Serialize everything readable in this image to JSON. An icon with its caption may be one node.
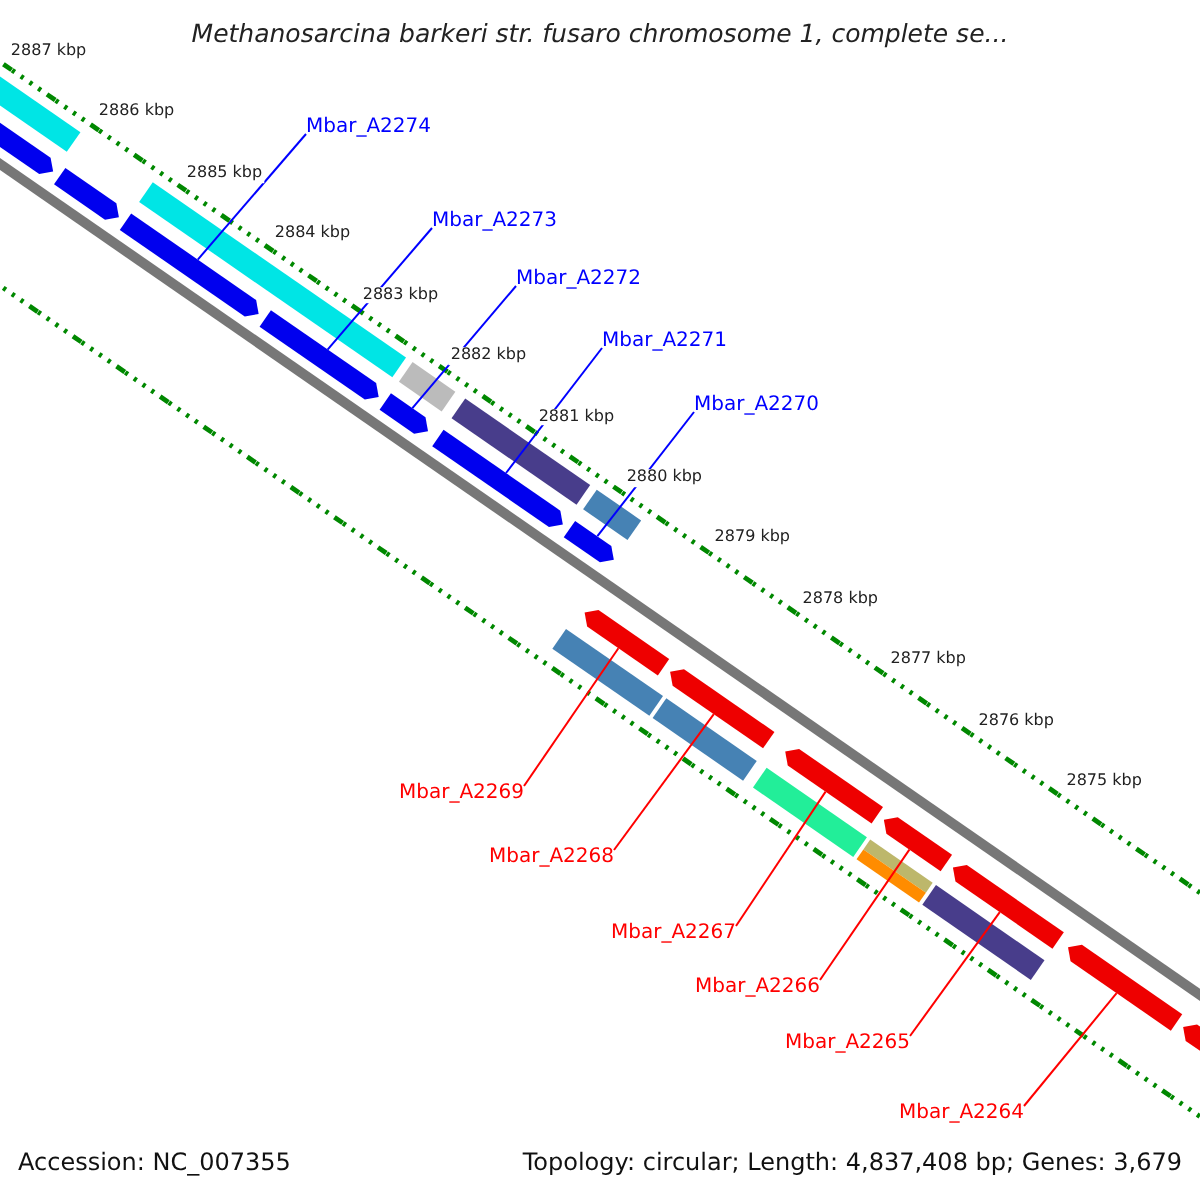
{
  "diagram": {
    "title": "Methanosarcina barkeri str. fusaro chromosome 1, complete se...",
    "nodes": [
      {
        "text": [
          "Mbar_A2274"
        ]
      },
      {
        "text": [
          "Mbar_A2273"
        ]
      },
      {
        "text": [
          "Mbar_A2272"
        ]
      },
      {
        "text": [
          "Mbar_A2271"
        ]
      },
      {
        "text": [
          "Mbar_A2270"
        ]
      },
      {
        "text": [
          "Mbar_A2269"
        ]
      },
      {
        "text": [
          "Mbar_A2268"
        ]
      },
      {
        "text": [
          "Mbar_A2267"
        ]
      },
      {
        "text": [
          "Mbar_A2266"
        ]
      },
      {
        "text": [
          "Mbar_A2265"
        ]
      },
      {
        "text": [
          "Mbar_A2264"
        ]
      },
      {
        "text": [],
        "shape": "bar"
      },
      {
        "text": [],
        "shape": "bar"
      },
      {
        "text": [],
        "shape": "bar"
      },
      {
        "text": [],
        "shape": "bar"
      },
      {
        "text": [],
        "shape": "bar"
      },
      {
        "text": [],
        "shape": "bar"
      },
      {
        "text": [],
        "shape": "bar"
      },
      {
        "text": [],
        "shape": "bar"
      },
      {
        "text": [],
        "shape": "bar"
      },
      {
        "text": [],
        "shape": "bar"
      },
      {
        "text": [],
        "shape": "bar"
      },
      {
        "text": [],
        "shape": "bar"
      },
      {
        "text": [],
        "shape": "bar"
      },
      {
        "text": [],
        "shape": "bar"
      }
    ],
    "edges": [
      {
        "from": 0,
        "to": 13,
        "arrow": "none",
        "color": "#0000ff"
      },
      {
        "from": 1,
        "to": 14,
        "arrow": "none",
        "color": "#0000ff"
      },
      {
        "from": 2,
        "to": 15,
        "arrow": "none",
        "color": "#0000ff"
      },
      {
        "from": 3,
        "to": 16,
        "arrow": "none",
        "color": "#0000ff"
      },
      {
        "from": 4,
        "to": 17,
        "arrow": "none",
        "color": "#0000ff"
      },
      {
        "from": 5,
        "to": 18,
        "arrow": "none"
      },
      {
        "from": 6,
        "to": 19,
        "arrow": "none"
      },
      {
        "from": 7,
        "to": 20,
        "arrow": "none"
      },
      {
        "from": 8,
        "to": 21,
        "arrow": "none"
      },
      {
        "from": 9,
        "to": 22,
        "arrow": "none"
      },
      {
        "from": 10,
        "to": 23,
        "arrow": "none"
      }
    ],
    "labels": [
      "2887 kbp",
      "2886 kbp",
      "2885 kbp",
      "2884 kbp",
      "2883 kbp",
      "2882 kbp",
      "2881 kbp",
      "2880 kbp",
      "2879 kbp",
      "2878 kbp",
      "2877 kbp",
      "2876 kbp",
      "2875 kbp",
      "Accession: NC_007355",
      "Topology: circular; Length: 4,837,408 bp; Genes: 3,679"
    ]
  }
}
